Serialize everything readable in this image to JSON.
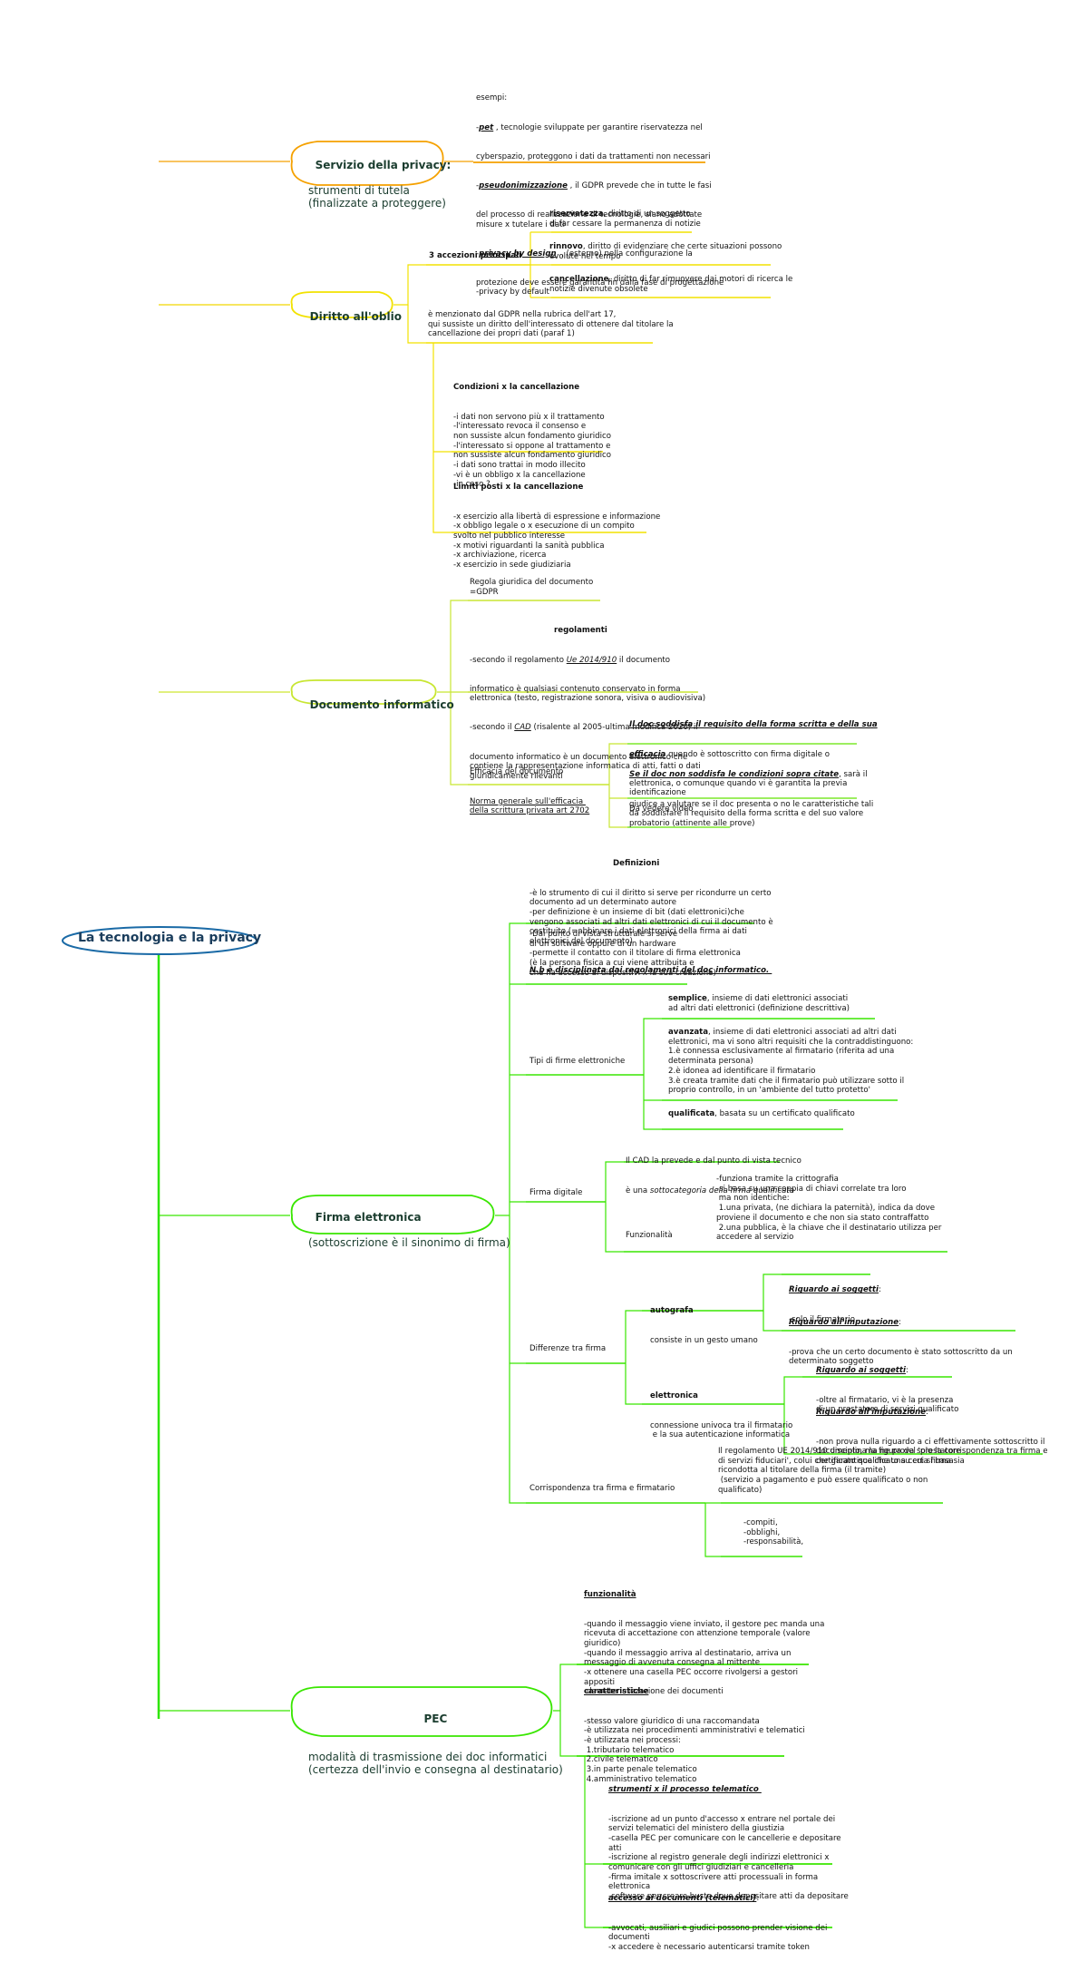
{
  "root": {
    "label": "La tecnologia e la privacy"
  },
  "servizio": {
    "title": "Servizio della privacy:",
    "subtitle": "strumenti di tutela\n(finalizzate a proteggere)",
    "examples": {
      "intro": "esempi:",
      "l1a": "-",
      "l1b": "pet",
      "l1c": " , tecnologie sviluppate per garantire riservatezza nel",
      "l2": "cyberspazio, proteggono i dati da trattamenti non necessari",
      "l3a": "-",
      "l3b": "pseudonimizzazione",
      "l3c": " , il GDPR prevede che in tutte le fasi",
      "l4": "del processo di realizzazione di tecnologie, siano adottate\nmisure x tutelare i dati",
      "l5a": "-",
      "l5b": "privacy by design",
      "l5c": "  , (esterno) nella configurazione la",
      "l6": "protezione deve essere garantita fin dalla fase di progettazione\n-privacy by default"
    }
  },
  "oblio": {
    "title": "Diritto all'oblio",
    "accezioni": "3 accezioni principali",
    "riservatezza": {
      "term": "riservatezza",
      "text": ", diritto di un soggetto\ndi far cessare la permanenza di notizie"
    },
    "rinnovo": {
      "term": "rinnovo",
      "text": ", diritto di evidenziare che certe situazioni possono\nevolute nel tempo"
    },
    "cancellazione": {
      "term": "cancellazione",
      "text": ", diritto di far rimuovere dai motori di ricerca le\nnotizie divenute obsolete"
    },
    "gdpr": "è menzionato dal GDPR nella rubrica dell'art 17,\nqui sussiste un diritto dell'interessato di ottenere dal titolare la\ncancellazione dei propri dati (paraf 1)",
    "condizioni": {
      "title": "Condizioni x la cancellazione",
      "text": "-i dati non servono più x il trattamento\n-l'interessato revoca il consenso e\nnon sussiste alcun fondamento giuridico\n-l'interessato si oppone al trattamento e\nnon sussiste alcun fondamento giuridico\n-i dati sono trattai in modo illecito\n-vi è un obbligo x la cancellazione\n-in caso ?"
    },
    "limiti": {
      "title": "Limiti posti x la cancellazione",
      "text": "-x esercizio alla libertà di espressione e informazione\n-x obbligo legale o x esecuzione di un compito\nsvolto nel pubblico interesse\n-x motivi riguardanti la sanità pubblica\n-x archiviazione, ricerca\n-x esercizio in sede giudiziaria"
    }
  },
  "documento": {
    "title": "Documento informatico",
    "regola": "Regola giuridica del documento\n=GDPR",
    "regolamenti": {
      "title": "regolamenti",
      "l1a": "-secondo il regolamento ",
      "l1b": "Ue 2014/910",
      "l1c": " il documento",
      "l2": "informatico è qualsiasi contenuto conservato in forma\nelettronica (testo, registrazione sonora, visiva o audiovisiva)",
      "l3a": "-secondo il ",
      "l3b": "CAD",
      "l3c": " (risalente al 2005-ultima modifica 2020) il",
      "l4": "documento informatico è un documento elettronico che\ncontiene la rappresentazione informatica di atti, fatti o dati\ngiuridicamente rilevanti"
    },
    "efficacia": {
      "l1": "Efficacia del documento",
      "l2": "Norma generale sull'efficacia \ndella scrittura privata art 2702"
    },
    "soddisfa": {
      "u1": "Il doc soddisfa il requisito della forma scritta e della sua",
      "u2": "efficacia",
      "rest1": " quando è sottoscritto con firma digitale o",
      "rest2": "elettronica, o comunque quando vi è garantita la previa\nidentificazione"
    },
    "nonsoddisfa": {
      "u": "Se il doc non soddisfa le condizioni sopra citate",
      "rest1": ", sarà il",
      "rest2": "giudice a valutare se il doc presenta o no le caratteristiche tali\nda soddisfare il requisito della forma scritta e del suo valore\nprobatorio (attinente alle prove)"
    },
    "vedere": "Da vedere video"
  },
  "firma": {
    "title": "Firma elettronica",
    "subtitle": "(sottoscrizione è il sinonimo di firma)",
    "definizioni": {
      "title": "Definizioni",
      "text": "-è lo strumento di cui il diritto si serve per ricondurre un certo\ndocumento ad un determinato autore\n-per definizione è un insieme di bit (dati elettronici)che\nvengono associati ad altri dati elettronici di cui il documento è\ncostituito (=abbinare i dati elettronici della firma ai dati\nelettronici del documento)",
      "nb": "N.b è disciplinata dai regolamenti del doc informatico. "
    },
    "strutturale": "-Dal punto di vista strutturale si serve\ndi un software oppure di un hardware\n-permette il contatto con il titolare di firma elettronica\n(è la persona fisica a cui viene attribuita e\nche ha accesso ai dispositivi x la sua creazione)",
    "tipi": {
      "title": "Tipi di firme elettroniche",
      "semplice": {
        "term": "semplice",
        "text": ", insieme di dati elettronici associati\nad altri dati elettronici (definizione descrittiva)"
      },
      "avanzata": {
        "term": "avanzata",
        "text": ", insieme di dati elettronici associati ad altri dati\nelettronici, ma vi sono altri requisiti che la contraddistinguono:\n1.è connessa esclusivamente al firmatario (riferita ad una\ndeterminata persona)\n2.è idonea ad identificare il firmatario\n3.è creata tramite dati che il firmatario può utilizzare sotto il\nproprio controllo, in un 'ambiente del tutto protetto'"
      },
      "qualificata": {
        "term": "qualificata",
        "text": ", basata su un certificato qualificato"
      }
    },
    "digitale": {
      "title": "Firma digitale",
      "cad": "Il CAD la prevede e dal punto di vista tecnico",
      "cad2a": "è una ",
      "cad2b": "sottocategoria della firma qualificata",
      "funz_label": "Funzionalità",
      "funz": "-funziona tramite la crittografia\n-si basa su una coppia di chiavi correlate tra loro\n ma non identiche:\n 1.una privata, (ne dichiara la paternità), indica da dove\nproviene il documento e che non sia stato contraffatto\n 2.una pubblica, è la chiave che il destinatario utilizza per\naccedere al servizio"
    },
    "differenze": {
      "title": "Differenze tra firma",
      "autografa": {
        "title": "autografa",
        "text": "consiste in un gesto umano"
      },
      "aut_sogg": {
        "u": "Riguardo ai soggetti",
        "c": ":",
        "text": "-solo il firmatario"
      },
      "aut_imp": {
        "u": "Riguardo all'imputazione",
        "c": ":",
        "text": "-prova che un certo documento è stato sottoscritto da un\ndeterminato soggetto"
      },
      "elettronica": {
        "title": "elettronica",
        "text": "connessione univoca tra il firmatario\n e la sua autenticazione informatica"
      },
      "el_sogg": {
        "u": "Riguardo ai soggetti",
        "c": ":",
        "text": "-oltre al firmatario, vi è la presenza\ndi un prestatore di servizi qualificato"
      },
      "el_imp": {
        "u": "Riguardo all'imputazione",
        "c": ":",
        "text": "-non prova nulla riguardo a ci effettivamente sottoscritto il\ndocumento, ma ne prova solo la corrispondenza tra firma e\ncertificato qualificato su cui si basa"
      }
    },
    "corrispondenza": {
      "title": "Corrispondenza tra firma e firmatario",
      "text": "Il regolamento UE 2014/910 disciplina la figura del 'prestatore\ndi servizi fiduciari', colui che garantisce che una certa firma sia\nricondotta al titolare della firma (il tramite)\n (servizio a pagamento e può essere qualificato o non\nqualificato)",
      "list": "-compiti,\n-obblighi,\n-responsabilità,"
    }
  },
  "pec": {
    "title": "PEC",
    "subtitle": "modalità di trasmissione dei doc informatici\n(certezza dell'invio e consegna al destinatario)",
    "funzionalita": {
      "title": "funzionalità",
      "text": "-quando il messaggio viene inviato, il gestore pec manda una\nricevuta di accettazione con attenzione temporale (valore\ngiuridico)\n-quando il messaggio arriva al destinatario, arriva un\nmessaggio di avvenuta consegna al mittente\n-x ottenere una casella PEC occorre rivolgersi a gestori\nappositi\n-dematerializzazione dei documenti"
    },
    "caratteristiche": {
      "title": "caratteristiche",
      "text": "-stesso valore giuridico di una raccomandata\n-è utilizzata nei procedimenti amministrativi e telematici\n-è utilizzata nei processi:\n 1.tributario telematico\n 2.civile telematico\n 3.in parte penale telematico\n 4.amministrativo telematico"
    },
    "strumenti": {
      "title": "strumenti x il processo telematico ",
      "text": "-iscrizione ad un punto d'accesso x entrare nel portale dei\nservizi telematici del ministero della giustizia\n-casella PEC per comunicare con le cancellerie e depositare\natti\n-iscrizione al registro generale degli indirizzi elettronici x\ncomunicare con gli uffici giudiziari e cancelleria\n-firma imitale x sottoscrivere atti processuali in forma\nelettronica\n-software per creare buste dove depositare atti da depositare"
    },
    "accesso": {
      "title": "accesso ai documenti (telematici)",
      "c": ":",
      "text": "-avvocati, ausiliari e giudici possono prender visione dei\ndocumenti\n-x accedere è necessario autenticarsi tramite token"
    }
  },
  "colors": {
    "orange": "#f5a100",
    "yellow": "#f2e200",
    "lime": "#c8e632",
    "green": "#39e600",
    "blue": "#1a6aa6",
    "darktext": "#1b3d2f"
  }
}
